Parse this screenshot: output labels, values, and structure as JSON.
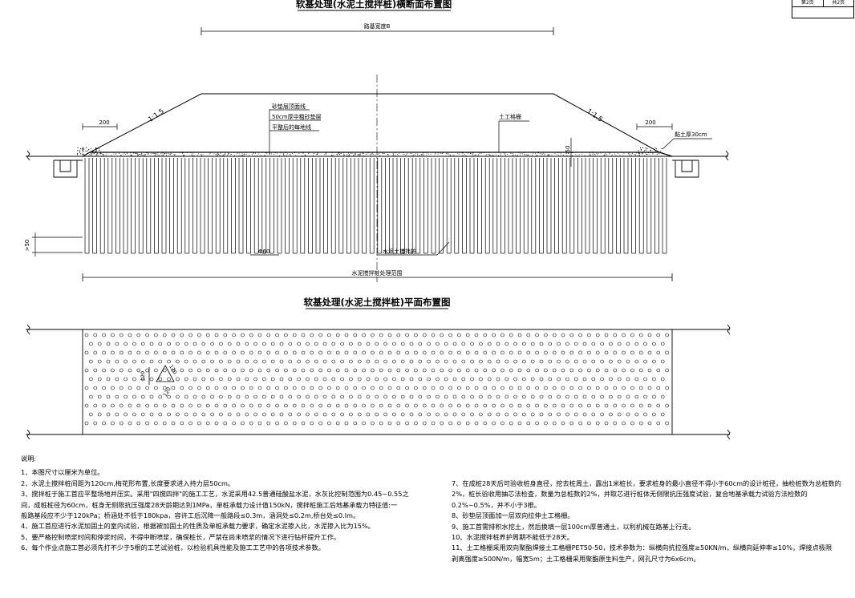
{
  "section_title": "软基处理(水泥土搅拌桩)横断面布置图",
  "plan_title": "软基处理(水泥土搅拌桩)平面布置图",
  "sheet": {
    "page": "第2页",
    "total": "共2页"
  },
  "section_labels": {
    "roadbed_width": "路基宽度B",
    "slope_left": "1:1.5",
    "slope_right": "1:1.5",
    "berm_left": "200",
    "berm_right": "200",
    "layer_1": "砂垫层顶面线",
    "layer_2": "50cm厚中粗砂垫层",
    "layer_3": "平整后的每地线",
    "geogrid": "土工格栅",
    "cover_soil": "黏土厚30cm",
    "sand_thickness": "50",
    "pile_diameter": "Φ60",
    "pile_name": "水泥土搅拌桩",
    "pile_depth": ">50",
    "treatment_range": "水泥搅拌桩处理范围"
  },
  "plan_labels": {
    "spacing_a": "120",
    "spacing_b": "120",
    "spacing_c": "120"
  },
  "notes_heading": "说明:",
  "notes_left": [
    "1、本图尺寸以厘米为单位。",
    "2、水泥土搅拌桩间距为120cm,梅花形布置,长度要求进入持力层50cm。",
    "3、搅拌桩于施工首应平整场地并压实。采用\"四搅四拌\"的施工工艺，水泥采用42.5普通硅酸盐水泥，水灰比控制范围为0.45~0.55之",
    "间，成桩桩径为60cm，桩身无侧限抗压强度28天龄期达到1MPa，单桩承载力设计值150kN，搅拌桩施工后地基承载力特征值:一",
    "般路基段应不少于120kPa；桥涵处不低于180kpa，容许工后沉降一般路段≤0.3m，涵洞处≤0.2m,桥台处≤0.lm。",
    "4、施工首应进行水泥加固土的室内试验，根据被加固土的性质及单桩承载力要求，确定水泥掺入比，水泥掺入比为15%。",
    "5、要严格控制喷浆时间和停浆时间，不得中断喷浆，确保桩长，严禁在尚未喷浆的情况下进行钻杆提升工作。",
    "6、每个作业点施工首必须先打不少于5根的工艺试验桩，以检验机具性能及施工工艺中的各项技术参数。"
  ],
  "notes_right": [
    "7、在成桩28天后可验收桩身直径，挖去桩周土，露出1米桩长，要求桩身的最小直径不得小于60cm的设计桩径，抽检桩数为总桩数的",
    "2%，桩长验收用抽芯法检查，数量为总桩数的2%，并取芯进行桩体无侧限抗压强度试验，复合地基承载力试验方法检数的",
    "0.2%~0.5%，并不小于3根。",
    "8、砂垫层顶面加一层双向拉伸土工格栅。",
    "9、施工首需排积水挖土，然后换填一层100cm厚普通土，以利机械在路基上行走。",
    "10、水泥搅拌桩养护周期不能低于28天。",
    "11、土工格栅采用双向聚酯焊接土工格栅PET50-50，技术参数为：纵横向抗拉强度≥50KN/m，纵横向延伸率≤10%，焊接点极限",
    "剥离强度≥500N/m，幅宽5m；土工格栅采用聚酯原生料生产，网孔尺寸为6x6cm。"
  ]
}
